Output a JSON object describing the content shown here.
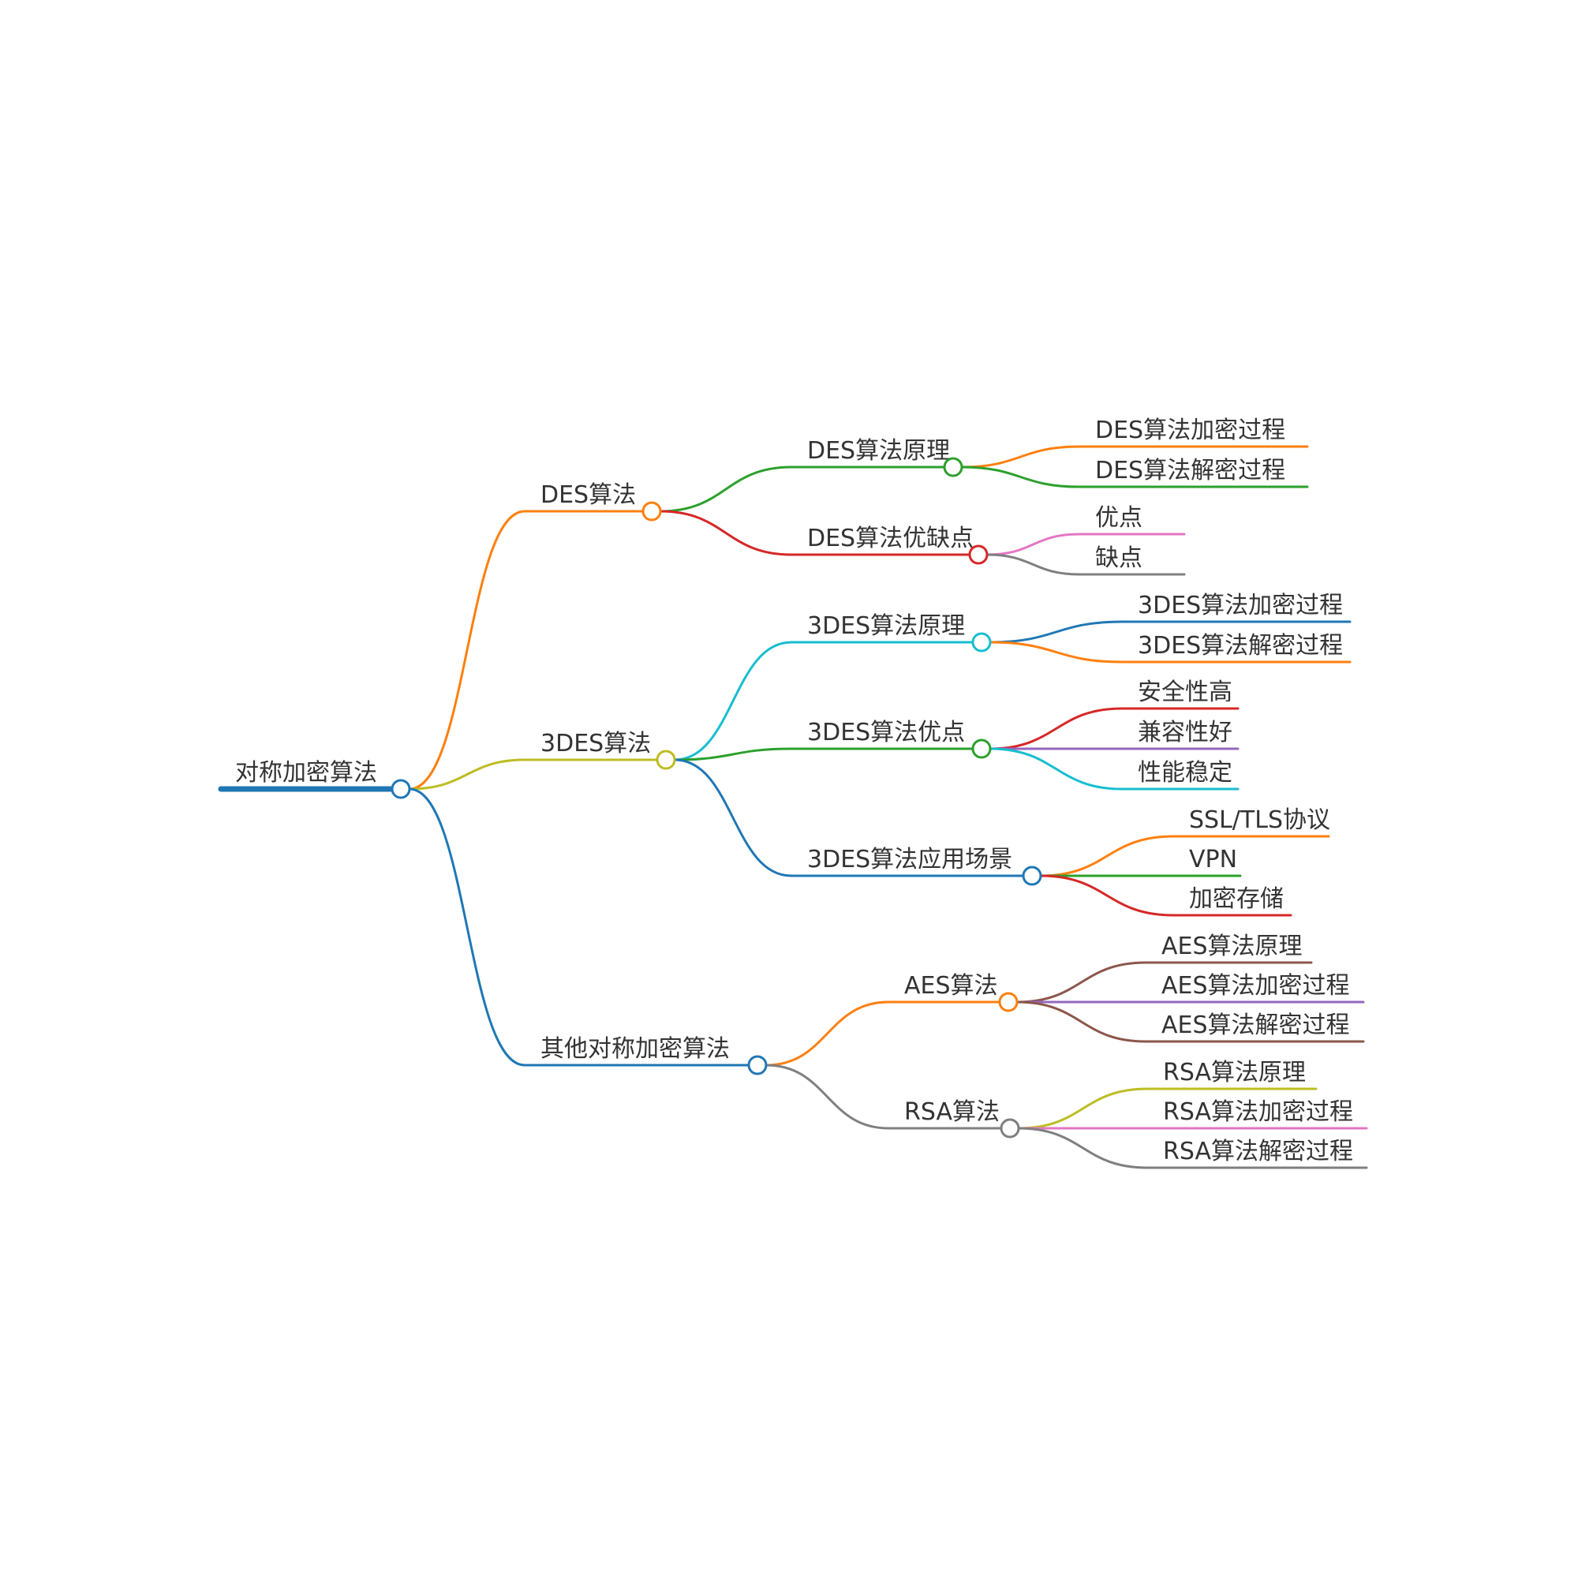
{
  "root": {
    "label": "对称加密算法",
    "color": "#1f77b4",
    "children": [
      {
        "label": "DES算法",
        "color": "#ff7f0e",
        "children": [
          {
            "label": "DES算法原理",
            "color": "#2ca02c",
            "children": [
              {
                "label": "DES算法加密过程",
                "color": "#ff7f0e"
              },
              {
                "label": "DES算法解密过程",
                "color": "#2ca02c"
              }
            ]
          },
          {
            "label": "DES算法优缺点",
            "color": "#d62728",
            "children": [
              {
                "label": "优点",
                "color": "#e377c2"
              },
              {
                "label": "缺点",
                "color": "#7f7f7f"
              }
            ]
          }
        ]
      },
      {
        "label": "3DES算法",
        "color": "#bcbd22",
        "children": [
          {
            "label": "3DES算法原理",
            "color": "#17becf",
            "children": [
              {
                "label": "3DES算法加密过程",
                "color": "#1f77b4"
              },
              {
                "label": "3DES算法解密过程",
                "color": "#ff7f0e"
              }
            ]
          },
          {
            "label": "3DES算法优点",
            "color": "#2ca02c",
            "children": [
              {
                "label": "安全性高",
                "color": "#d62728"
              },
              {
                "label": "兼容性好",
                "color": "#9467bd"
              },
              {
                "label": "性能稳定",
                "color": "#17becf"
              }
            ]
          },
          {
            "label": "3DES算法应用场景",
            "color": "#1f77b4",
            "children": [
              {
                "label": "SSL/TLS协议",
                "color": "#ff7f0e"
              },
              {
                "label": "VPN",
                "color": "#2ca02c"
              },
              {
                "label": "加密存储",
                "color": "#d62728"
              }
            ]
          }
        ]
      },
      {
        "label": "其他对称加密算法",
        "color": "#1f77b4",
        "children": [
          {
            "label": "AES算法",
            "color": "#ff7f0e",
            "children": [
              {
                "label": "AES算法原理",
                "color": "#8c564b"
              },
              {
                "label": "AES算法加密过程",
                "color": "#9467bd"
              },
              {
                "label": "AES算法解密过程",
                "color": "#8c564b"
              }
            ]
          },
          {
            "label": "RSA算法",
            "color": "#7f7f7f",
            "children": [
              {
                "label": "RSA算法原理",
                "color": "#bcbd22"
              },
              {
                "label": "RSA算法加密过程",
                "color": "#e377c2"
              },
              {
                "label": "RSA算法解密过程",
                "color": "#7f7f7f"
              }
            ]
          }
        ]
      }
    ]
  }
}
